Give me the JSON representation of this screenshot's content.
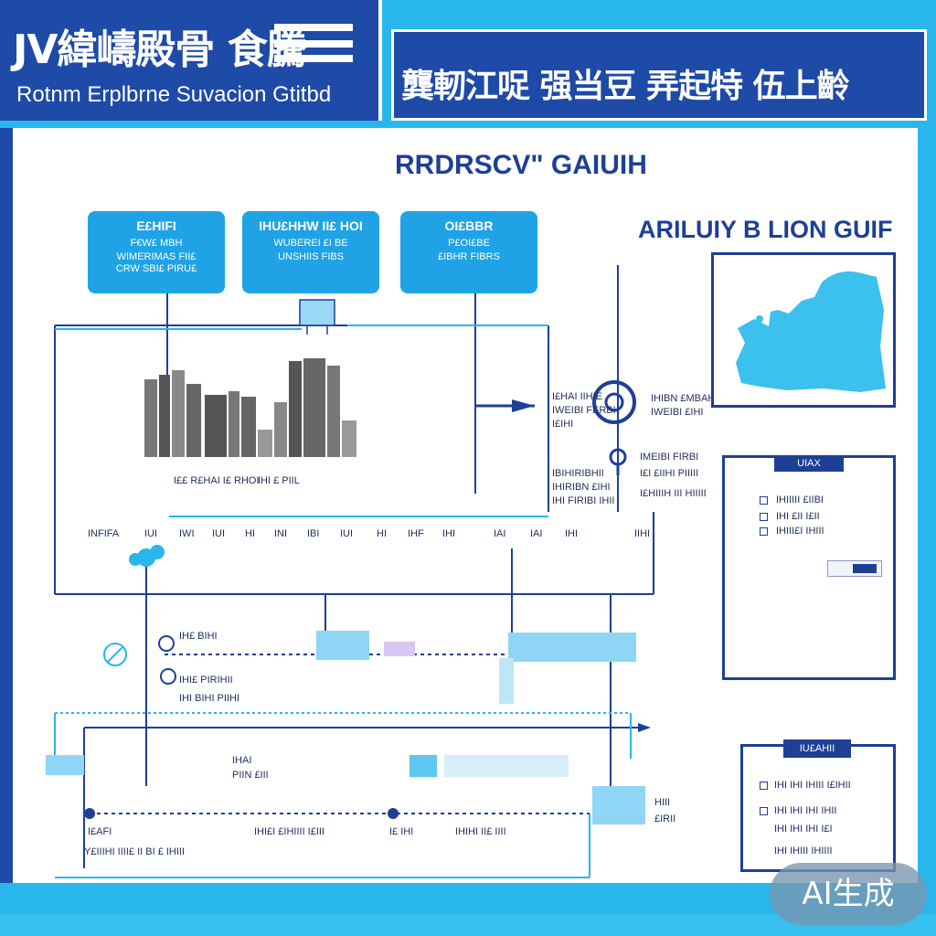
{
  "header": {
    "title": "JV緯嶹殿骨 食騰",
    "subtitle": "Rotnm Erplbrne Suvacion Gtitbd",
    "banner_text": "龔軔江哫 强当豆 弄起特 伍上齡"
  },
  "diagram": {
    "title": "RRDRSCV\" GAIUIH",
    "side_title": "ARILUIY B LION GUIF"
  },
  "cards": [
    {
      "title": "E£HIFI",
      "lines": [
        "F€W£ MBH",
        "WIMERIMAS FII£",
        "CRW SBI£ PIRU£"
      ]
    },
    {
      "title": "IHU£HHW II£ HOI",
      "lines": [
        "WUBEREI £I BE",
        "UNSHIIS FIBS"
      ]
    },
    {
      "title": "OI£BBR",
      "lines": [
        "P£OI£BE",
        "£IBHR FIBRS"
      ]
    }
  ],
  "labels": {
    "city_caption": "I££ R£HAI I£ RHOI",
    "building_caption": "IHI £ PIIL"
  },
  "timeline_ticks": [
    "INFIFA",
    "IUI",
    "IWI",
    "IUI",
    "HI",
    "INI",
    "IBI",
    "IUI",
    "HI",
    "IHF",
    "IHI",
    "IAI",
    "IAI",
    "IHI",
    "IIHI"
  ],
  "route_labels": [
    "IHAI",
    "PIIN £III",
    "HIII",
    "£IRII"
  ],
  "notes": {
    "n1": [
      "I£HAI IIHIE",
      "IWEIBI FERBI",
      "I£IHI"
    ],
    "n2": [
      "IHIBN £MBAH",
      "IWEIBI £IHI",
      "IMEIBI FIRBI"
    ],
    "n3": [
      "IBIHIRIBHII",
      "IHIRIBN £IHI",
      "IHI FIRIBI IHII"
    ],
    "n4": [
      "I£I £IIHI PIIIII",
      "I£HIIIH III HIIIII"
    ],
    "n5": [
      "IH£ BIHI",
      "IHI£ PIRIHII",
      "IHI BIHI PIIHI"
    ],
    "bottom_left": "I£AFI",
    "bottom_caption": "Y£IIIHI IIII£ II BI £ IHIII",
    "bottom_mid": "IHI£I £IHIIII I£III",
    "bottom_mid2": "I£ IHI",
    "bottom_mid3": "IHIHI II£ IIII"
  },
  "info_box_1": {
    "tag": "UIAX",
    "lines": [
      "IHIIIII £IIBI",
      "IHI £II I£II",
      "IHIII£I IHIII"
    ]
  },
  "info_box_2": {
    "tag": "IU£AHII",
    "lines": [
      "IHI IHI IHIII I£IHII",
      "IHI IHI IHI IHII",
      "IHI IHI IHI I£I",
      "IHI IHIII IHIIII"
    ]
  },
  "badge": "AI生成",
  "colors": {
    "navy": "#1e4aa8",
    "dark_navy": "#1e3f96",
    "cyan": "#29b6ec",
    "card_blue": "#1fa3e6",
    "map_fill": "#3cc0ee"
  }
}
